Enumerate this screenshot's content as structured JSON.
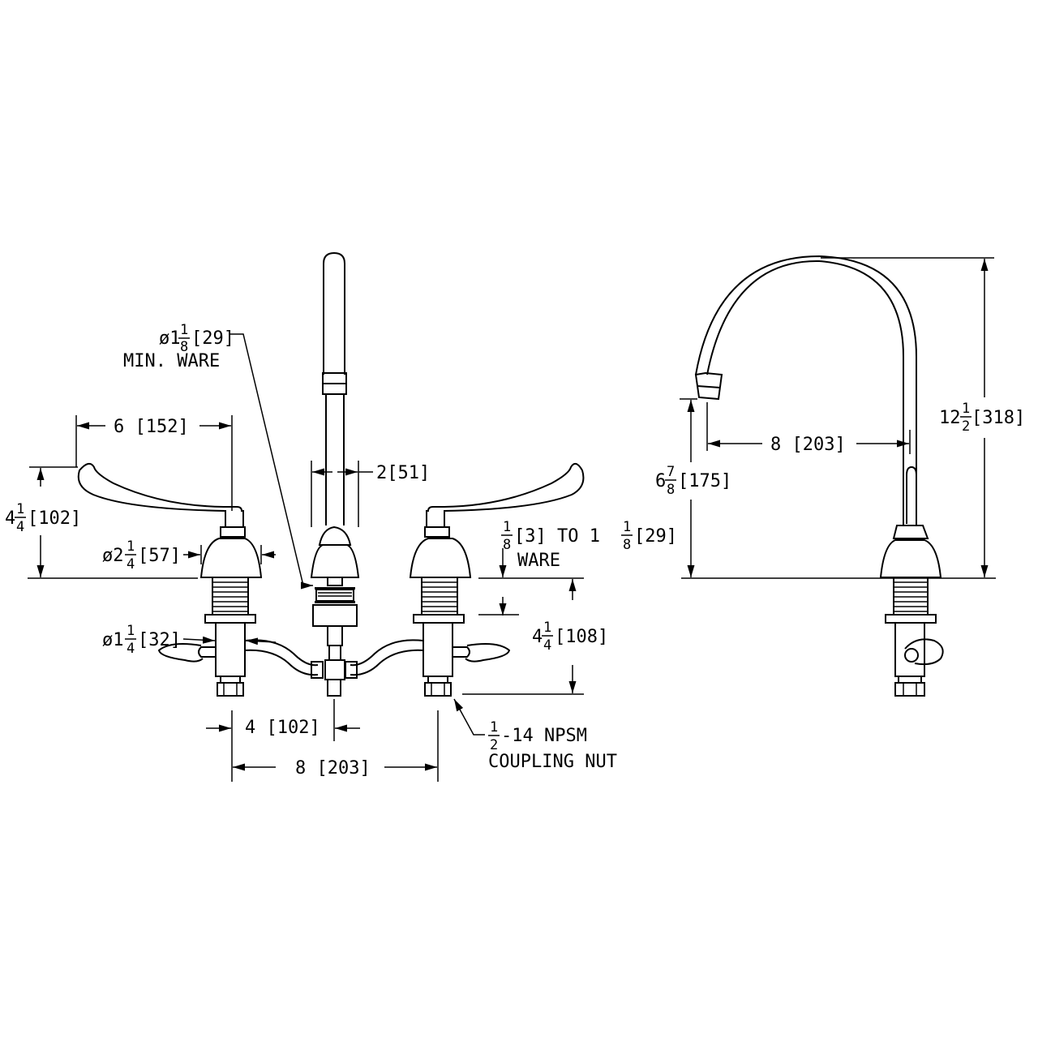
{
  "dimensions": {
    "min_ware_dia": {
      "prefix": "ø1",
      "num": "1",
      "den": "8",
      "bracket": "[29]",
      "label": "MIN. WARE"
    },
    "handle_reach": {
      "value": "6 [152]"
    },
    "handle_height": {
      "whole": "4",
      "num": "1",
      "den": "4",
      "bracket": "[102]"
    },
    "escutcheon_dia": {
      "prefix": "ø2",
      "num": "1",
      "den": "4",
      "bracket": "[57]"
    },
    "spout_dia": {
      "value": "2[51]"
    },
    "ware_range": {
      "num1": "1",
      "den1": "8",
      "mid": "[3] TO 1",
      "num2": "1",
      "den2": "8",
      "bracket": "[29]",
      "label": "WARE"
    },
    "shank_length": {
      "whole": "4",
      "num": "1",
      "den": "4",
      "bracket": "[108]"
    },
    "inlet_dia": {
      "prefix": "ø1",
      "num": "1",
      "den": "4",
      "bracket": "[32]"
    },
    "center_offset": {
      "value": "4 [102]"
    },
    "center_spread": {
      "value": "8 [203]"
    },
    "coupling_nut": {
      "num": "1",
      "den": "2",
      "thread": "-14 NPSM",
      "label": "COUPLING NUT"
    },
    "spout_reach": {
      "value": "8 [203]"
    },
    "spout_clearance": {
      "whole": "6",
      "num": "7",
      "den": "8",
      "bracket": "[175]"
    },
    "overall_height": {
      "whole": "12",
      "num": "1",
      "den": "2",
      "bracket": "[318]"
    }
  }
}
